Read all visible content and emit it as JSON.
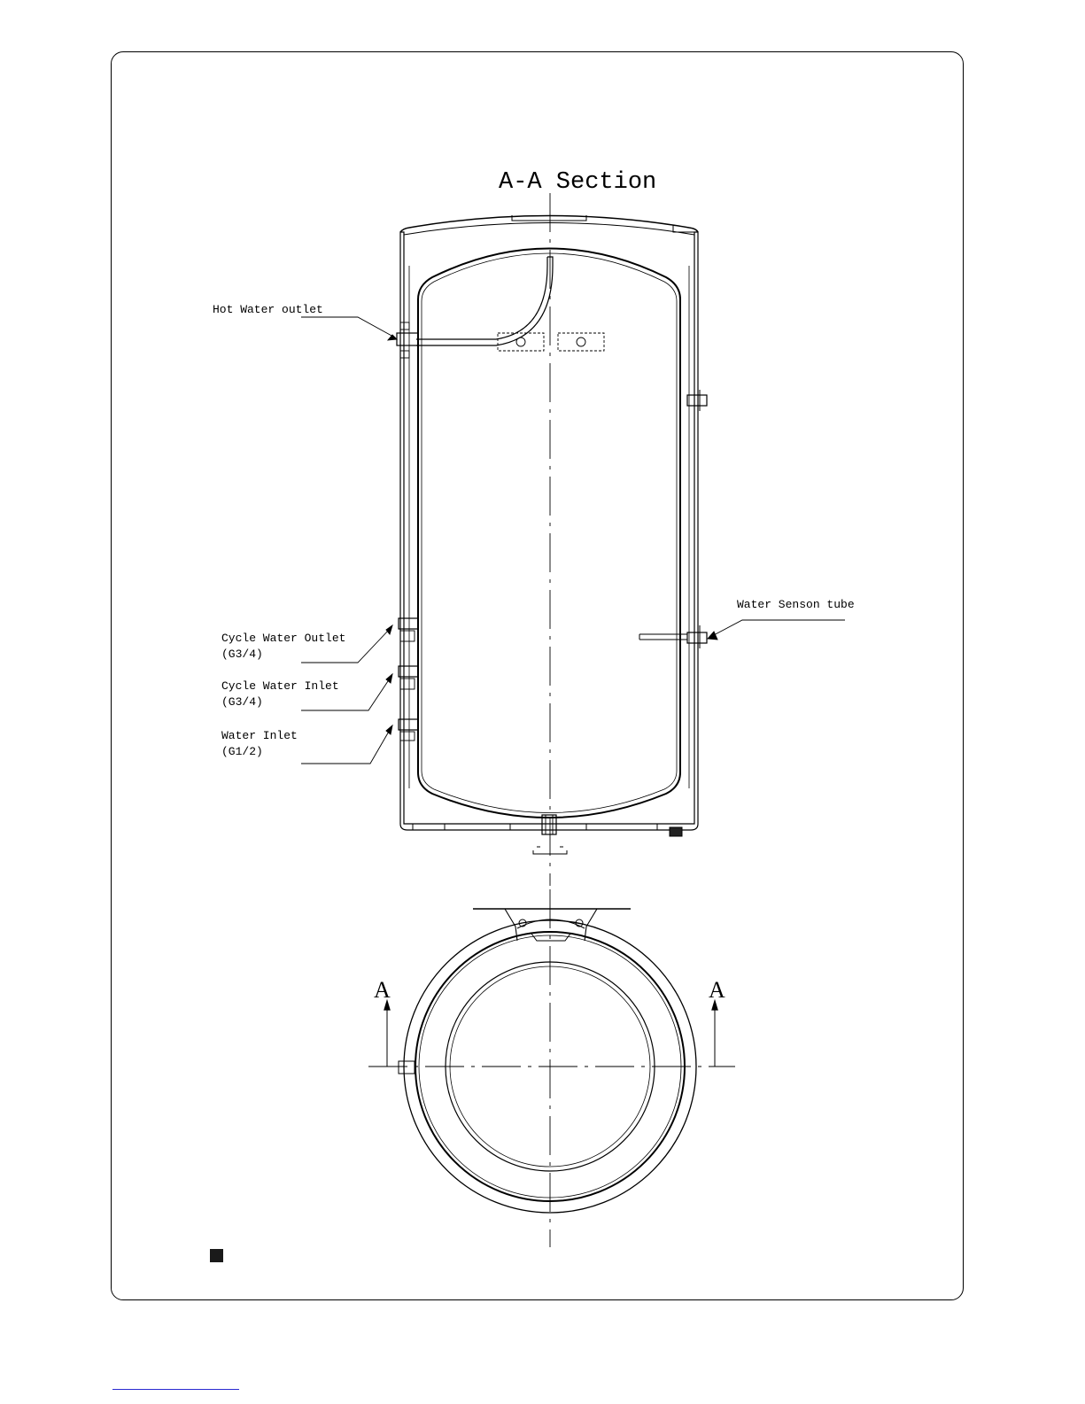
{
  "title": "A-A Section",
  "labels": {
    "hot_water_outlet": "Hot Water outlet",
    "cycle_water_outlet": "Cycle Water Outlet",
    "cycle_water_outlet_size": "(G3/4)",
    "cycle_water_inlet": "Cycle Water Inlet",
    "cycle_water_inlet_size": "(G3/4)",
    "water_inlet": "Water Inlet",
    "water_inlet_size": "(G1/2)",
    "water_sensor_tube": "Water Senson tube"
  },
  "section_marks": {
    "left": "A",
    "right": "A"
  }
}
